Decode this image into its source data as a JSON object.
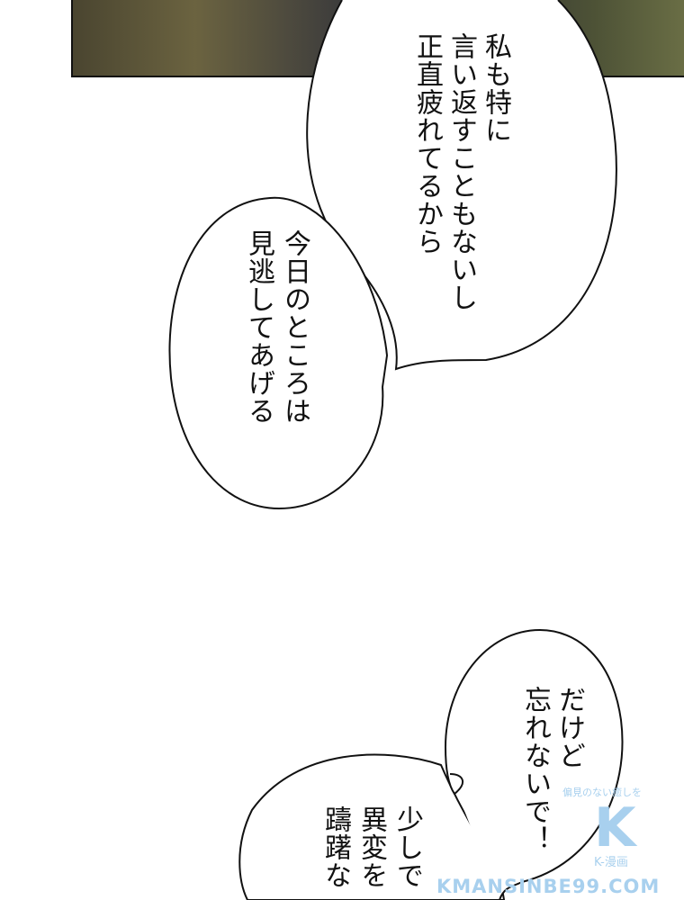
{
  "bubbles": [
    {
      "lines": [
        "私も特に",
        "言い返すこともないし",
        "正直疲れてるから"
      ]
    },
    {
      "lines": [
        "今日のところは",
        "見逃してあげる"
      ]
    },
    {
      "lines": [
        "だけど",
        "忘れないで！"
      ]
    },
    {
      "lines": [
        "少しで",
        "異変を",
        "躊躇な"
      ]
    }
  ],
  "watermark": {
    "top": "偏見のない癒しを",
    "letter": "K",
    "sub": "K-漫画",
    "url": "KMANSINBE99.COM"
  }
}
